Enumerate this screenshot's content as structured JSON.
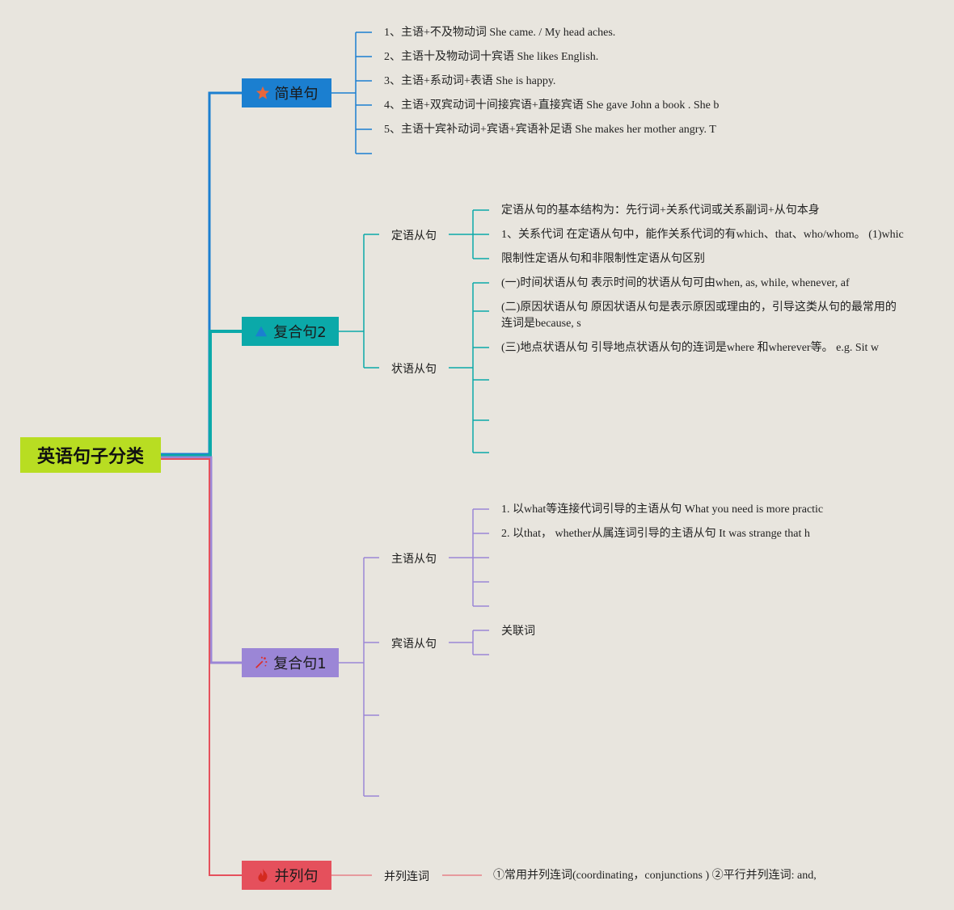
{
  "root": {
    "label": "英语句子分类",
    "color": "#b8dd22"
  },
  "branches": {
    "simple": {
      "label": "简单句",
      "icon": "star-icon",
      "color": "#1b7fd0",
      "items": [
        "1、主语+不及物动词 She came. / My head aches.",
        "2、主语十及物动词十宾语 She likes English.",
        "3、主语+系动词+表语 She is happy.",
        "4、主语+双宾动词十间接宾语+直接宾语 She gave John a book . She b",
        "5、主语十宾补动词+宾语+宾语补足语 She makes her mother angry. T"
      ]
    },
    "complex2": {
      "label": "复合句2",
      "icon": "triangle-icon",
      "color": "#0ba9a9",
      "attributive": {
        "label": "定语从句",
        "items": [
          "定语从句的基本结构为：先行词+关系代词或关系副词+从句本身",
          "1、关系代词 在定语从句中，能作关系代词的有which、that、who/whom。 (1)whic",
          "限制性定语从句和非限制性定语从句区别"
        ]
      },
      "adverbial": {
        "label": "状语从句",
        "items": [
          "(一)时间状语从句 表示时间的状语从句可由when, as, while, whenever, af",
          "(二)原因状语从句 原因状语从句是表示原因或理由的，引导这类从句的最常用的连词是because, s",
          "(三)地点状语从句 引导地点状语从句的连词是where 和wherever等。 e.g. Sit w"
        ]
      }
    },
    "complex1": {
      "label": "复合句1",
      "icon": "magic-wand-icon",
      "color": "#9b86d6",
      "subject": {
        "label": "主语从句",
        "items": [
          "1. 以what等连接代词引导的主语从句 What you need is more practic",
          "2. 以that， whether从属连词引导的主语从句 It was strange that h"
        ]
      },
      "object": {
        "label": "宾语从句",
        "items": [
          "关联词"
        ]
      }
    },
    "compound": {
      "label": "并列句",
      "icon": "fire-icon",
      "color": "#e5505c",
      "conj": {
        "label": "并列连词",
        "items": [
          "①常用并列连词(coordinating，conjunctions ) ②平行并列连词: and,"
        ]
      }
    }
  }
}
